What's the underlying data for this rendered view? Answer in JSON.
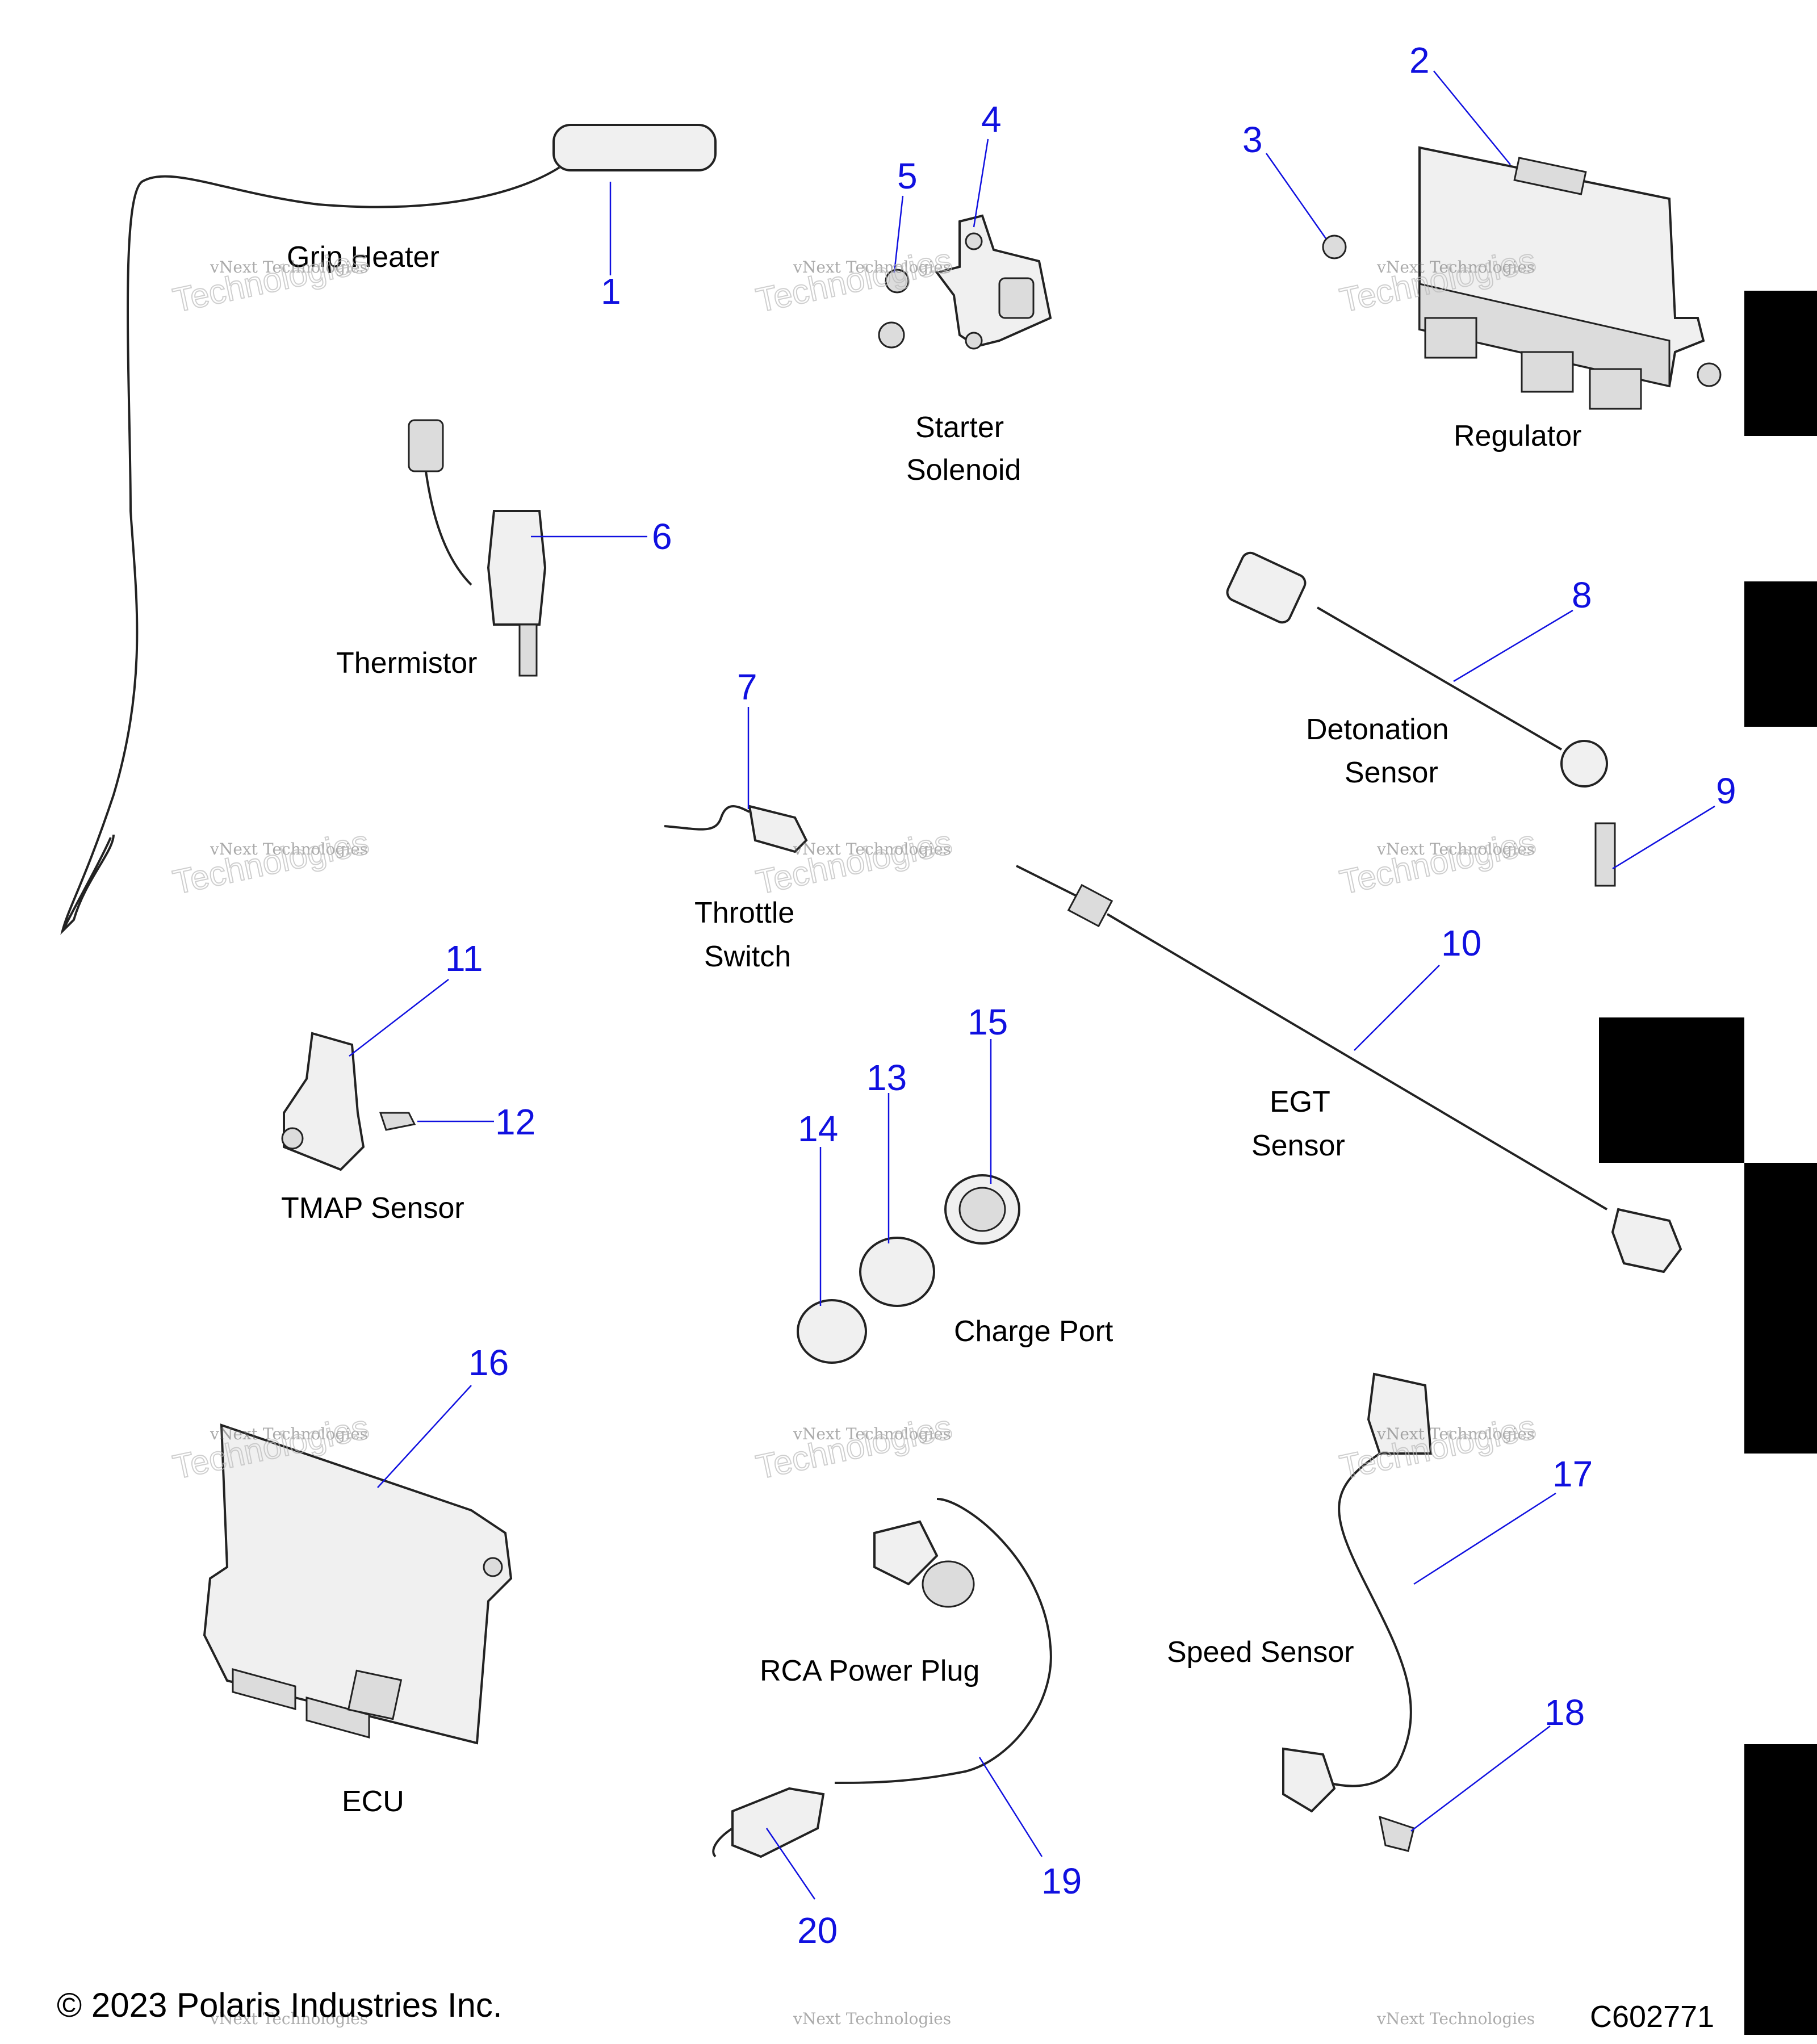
{
  "labels": {
    "grip_heater": "Grip Heater",
    "starter_solenoid_1": "Starter",
    "starter_solenoid_2": "Solenoid",
    "regulator": "Regulator",
    "thermistor": "Thermistor",
    "detonation_1": "Detonation",
    "detonation_2": "Sensor",
    "throttle_1": "Throttle",
    "throttle_2": "Switch",
    "egt_1": "EGT",
    "egt_2": "Sensor",
    "tmap": "TMAP Sensor",
    "charge_port": "Charge Port",
    "ecu": "ECU",
    "rca": "RCA Power Plug",
    "speed": "Speed Sensor"
  },
  "callouts": [
    "1",
    "2",
    "3",
    "4",
    "5",
    "6",
    "7",
    "8",
    "9",
    "10",
    "11",
    "12",
    "13",
    "14",
    "15",
    "16",
    "17",
    "18",
    "19",
    "20"
  ],
  "footer": {
    "copyright": "© 2023 Polaris Industries Inc.",
    "diagram_id": "C602771"
  },
  "watermark": {
    "line1": "vNext Technologies",
    "line2": "vNext",
    "line3": "Technologies"
  },
  "colors": {
    "callout": "#1010e0",
    "label": "#000000",
    "tab": "#000000"
  }
}
